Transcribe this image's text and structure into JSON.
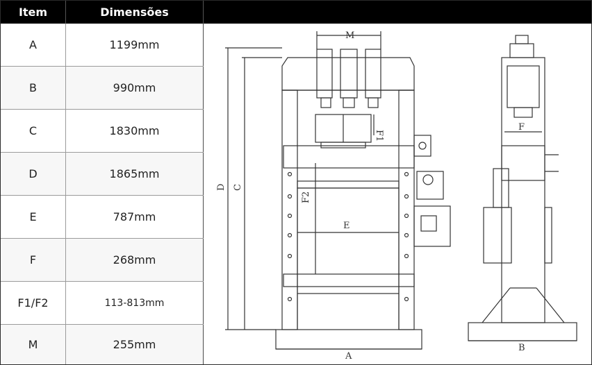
{
  "table": {
    "header": {
      "item": "Item",
      "dimension": "Dimensões"
    },
    "rows": [
      {
        "item": "A",
        "value": "1199mm"
      },
      {
        "item": "B",
        "value": "990mm"
      },
      {
        "item": "C",
        "value": "1830mm"
      },
      {
        "item": "D",
        "value": "1865mm"
      },
      {
        "item": "E",
        "value": "787mm"
      },
      {
        "item": "F",
        "value": "268mm"
      },
      {
        "item": "F1/F2",
        "value": "113-813mm"
      },
      {
        "item": "M",
        "value": "255mm"
      }
    ]
  },
  "drawing": {
    "labels": {
      "m": "M",
      "f1": "F1",
      "f2": "F2",
      "e": "E",
      "d": "D",
      "c": "C",
      "a": "A",
      "f": "F",
      "b": "B"
    }
  }
}
